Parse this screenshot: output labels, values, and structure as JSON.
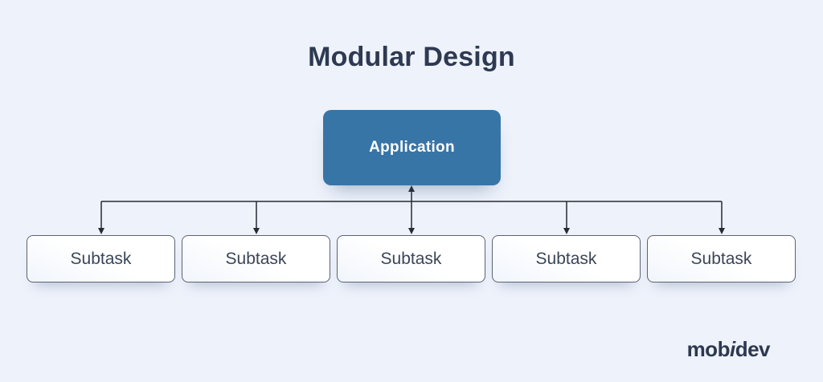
{
  "title": "Modular Design",
  "diagram": {
    "root": {
      "label": "Application"
    },
    "children": [
      {
        "label": "Subtask"
      },
      {
        "label": "Subtask"
      },
      {
        "label": "Subtask"
      },
      {
        "label": "Subtask"
      },
      {
        "label": "Subtask"
      }
    ]
  },
  "logo": {
    "prefix": "mob",
    "accent": "i",
    "suffix": "dev"
  },
  "colors": {
    "background": "#eef2fb",
    "root_fill": "#3875a7",
    "root_text": "#ffffff",
    "child_border": "#5b6473",
    "child_text": "#3b4557",
    "line": "#272b31",
    "title_text": "#2e3a52",
    "logo_text": "#2d3950"
  }
}
